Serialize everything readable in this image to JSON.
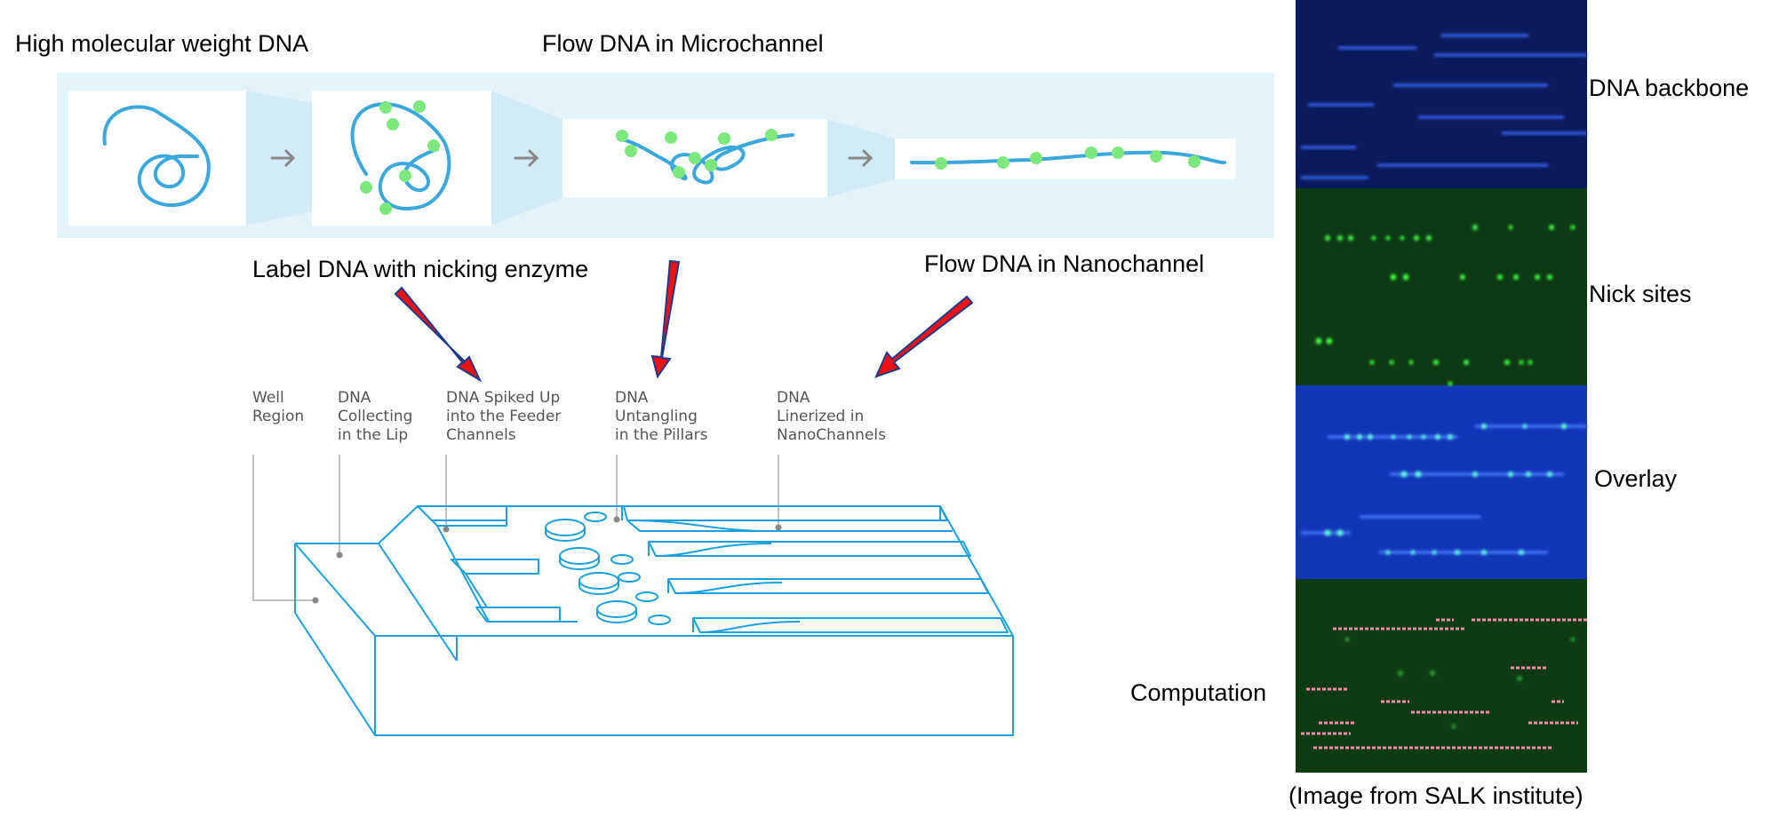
{
  "top_flow": {
    "title_hmw": "High molecular weight DNA",
    "title_micro": "Flow DNA in Microchannel",
    "title_label": "Label DNA with nicking enzyme",
    "title_nano": "Flow DNA in Nanochannel",
    "colors": {
      "band": "#e3f3fc",
      "dna": "#3aa8dc",
      "nick": "#7de87d",
      "arrow": "#888888",
      "red_arrow": "#ee1111"
    }
  },
  "chip": {
    "labels": [
      {
        "id": "well",
        "lines": [
          "Well",
          "Region"
        ]
      },
      {
        "id": "lip",
        "lines": [
          "DNA",
          "Collecting",
          "in the Lip"
        ]
      },
      {
        "id": "feeder",
        "lines": [
          "DNA Spiked Up",
          "into the Feeder",
          "Channels"
        ]
      },
      {
        "id": "pillars",
        "lines": [
          "DNA",
          "Untangling",
          "in the Pillars"
        ]
      },
      {
        "id": "nano",
        "lines": [
          "DNA",
          "Linerized in",
          "NanoChannels"
        ]
      }
    ],
    "colors": {
      "outline": "#1aa0dc",
      "leader": "#aaaaaa"
    }
  },
  "micrograph": {
    "panels": [
      {
        "id": "backbone",
        "label": "DNA backbone",
        "bg": "#0a1a5c"
      },
      {
        "id": "nick",
        "label": "Nick sites",
        "bg": "#0c3a14"
      },
      {
        "id": "overlay",
        "label": "Overlay",
        "bg": "#1236b8"
      },
      {
        "id": "computation",
        "label": "Computation",
        "bg": "#0d3c14"
      }
    ],
    "credit": "(Image from SALK institute)"
  }
}
